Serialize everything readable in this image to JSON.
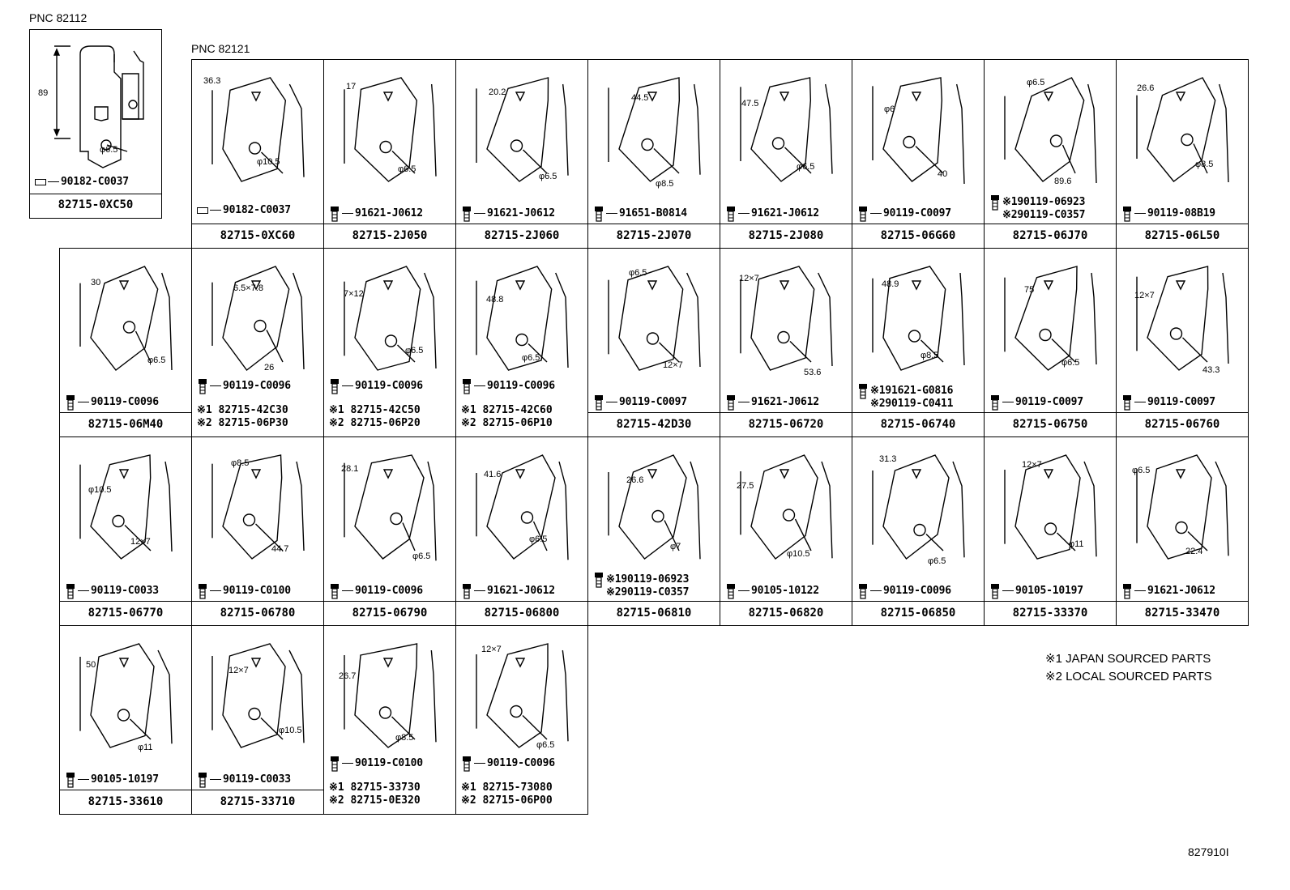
{
  "labels": {
    "pnc_main": "PNC 82112",
    "pnc_group": "PNC 82121"
  },
  "legend": {
    "line1": "※1 JAPAN SOURCED PARTS",
    "line2": "※2 LOCAL SOURCED PARTS"
  },
  "ref_code": "827910I",
  "pnc82112": {
    "dims": [
      "89",
      "φ6.5"
    ],
    "hardware": "90182-C0037",
    "part": "82715-0XC50"
  },
  "rows": [
    [
      {
        "dims": [
          "36.3",
          "φ10.5"
        ],
        "hw": [
          "90182-C0037"
        ],
        "hwtype": "clip",
        "part": "82715-0XC60"
      },
      {
        "dims": [
          "17",
          "φ6.5"
        ],
        "hw": [
          "91621-J0612"
        ],
        "part": "82715-2J050"
      },
      {
        "dims": [
          "20.2",
          "φ6.5"
        ],
        "hw": [
          "91621-J0612"
        ],
        "part": "82715-2J060"
      },
      {
        "dims": [
          "44.5",
          "φ8.5"
        ],
        "hw": [
          "91651-B0814"
        ],
        "part": "82715-2J070"
      },
      {
        "dims": [
          "47.5",
          "φ6.5"
        ],
        "hw": [
          "91621-J0612"
        ],
        "part": "82715-2J080"
      },
      {
        "dims": [
          "φ6",
          "40"
        ],
        "hw": [
          "90119-C0097"
        ],
        "part": "82715-06G60"
      },
      {
        "dims": [
          "φ6.5",
          "89.6"
        ],
        "hw": [
          "※190119-06923",
          "※290119-C0357"
        ],
        "part": "82715-06J70"
      },
      {
        "dims": [
          "26.6",
          "φ8.5"
        ],
        "hw": [
          "90119-08B19"
        ],
        "part": "82715-06L50"
      }
    ],
    [
      {
        "dims": [
          "30",
          "φ6.5"
        ],
        "hw": [
          "90119-C0096"
        ],
        "part": "82715-06M40"
      },
      {
        "dims": [
          "6.5×7.8",
          "26"
        ],
        "hw": [
          "90119-C0096"
        ],
        "notes": [
          "※1 82715-42C30",
          "※2 82715-06P30"
        ]
      },
      {
        "dims": [
          "7×12",
          "φ6.5"
        ],
        "hw": [
          "90119-C0096"
        ],
        "notes": [
          "※1 82715-42C50",
          "※2 82715-06P20"
        ]
      },
      {
        "dims": [
          "48.8",
          "φ6.5"
        ],
        "hw": [
          "90119-C0096"
        ],
        "notes": [
          "※1 82715-42C60",
          "※2 82715-06P10"
        ]
      },
      {
        "dims": [
          "φ6.5",
          "12×7"
        ],
        "hw": [
          "90119-C0097"
        ],
        "part": "82715-42D30"
      },
      {
        "dims": [
          "12×7",
          "53.6"
        ],
        "hw": [
          "91621-J0612"
        ],
        "part": "82715-06720"
      },
      {
        "dims": [
          "48.9",
          "φ8.5"
        ],
        "hw": [
          "※191621-G0816",
          "※290119-C0411"
        ],
        "part": "82715-06740"
      },
      {
        "dims": [
          "75",
          "φ6.5"
        ],
        "hw": [
          "90119-C0097"
        ],
        "part": "82715-06750"
      },
      {
        "dims": [
          "12×7",
          "43.3"
        ],
        "hw": [
          "90119-C0097"
        ],
        "part": "82715-06760"
      }
    ],
    [
      {
        "dims": [
          "φ10.5",
          "12×7"
        ],
        "hw": [
          "90119-C0033"
        ],
        "part": "82715-06770"
      },
      {
        "dims": [
          "φ8.5",
          "44.7"
        ],
        "hw": [
          "90119-C0100"
        ],
        "part": "82715-06780"
      },
      {
        "dims": [
          "28.1",
          "φ6.5"
        ],
        "hw": [
          "90119-C0096"
        ],
        "part": "82715-06790"
      },
      {
        "dims": [
          "41.6",
          "φ6.5"
        ],
        "hw": [
          "91621-J0612"
        ],
        "part": "82715-06800"
      },
      {
        "dims": [
          "26.6",
          "φ7"
        ],
        "hw": [
          "※190119-06923",
          "※290119-C0357"
        ],
        "part": "82715-06810"
      },
      {
        "dims": [
          "27.5",
          "φ10.5"
        ],
        "hw": [
          "90105-10122"
        ],
        "part": "82715-06820"
      },
      {
        "dims": [
          "31.3",
          "φ6.5"
        ],
        "hw": [
          "90119-C0096"
        ],
        "part": "82715-06850"
      },
      {
        "dims": [
          "12×7",
          "φ11"
        ],
        "hw": [
          "90105-10197"
        ],
        "part": "82715-33370"
      },
      {
        "dims": [
          "φ6.5",
          "22.4"
        ],
        "hw": [
          "91621-J0612"
        ],
        "part": "82715-33470"
      }
    ],
    [
      {
        "dims": [
          "50",
          "φ11"
        ],
        "hw": [
          "90105-10197"
        ],
        "part": "82715-33610"
      },
      {
        "dims": [
          "12×7",
          "φ10.5"
        ],
        "hw": [
          "90119-C0033"
        ],
        "part": "82715-33710"
      },
      {
        "dims": [
          "26.7",
          "φ8.5"
        ],
        "hw": [
          "90119-C0100"
        ],
        "notes": [
          "※1 82715-33730",
          "※2 82715-0E320"
        ]
      },
      {
        "dims": [
          "12×7",
          "φ6.5"
        ],
        "hw": [
          "90119-C0096"
        ],
        "notes": [
          "※1 82715-73080",
          "※2 82715-06P00"
        ]
      }
    ]
  ]
}
